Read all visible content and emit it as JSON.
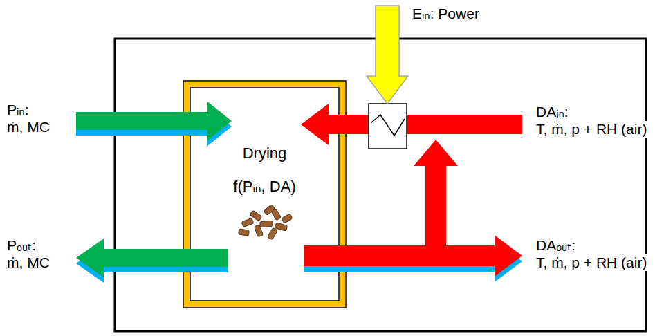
{
  "diagram": {
    "nodes": [
      {
        "text": [
          "Drying",
          "f(Pᵢₙ, DA)"
        ]
      }
    ],
    "labels": [
      "Pᵢₙ:",
      "ṁ, MC",
      "Pₒᵤₜ:",
      "ṁ, MC",
      "Eᵢₙ: Power",
      "DAᵢₙ:",
      "T, ṁ, p + RH (air)",
      "DAₒᵤₜ:",
      "T, ṁ, p + RH (air)"
    ]
  }
}
